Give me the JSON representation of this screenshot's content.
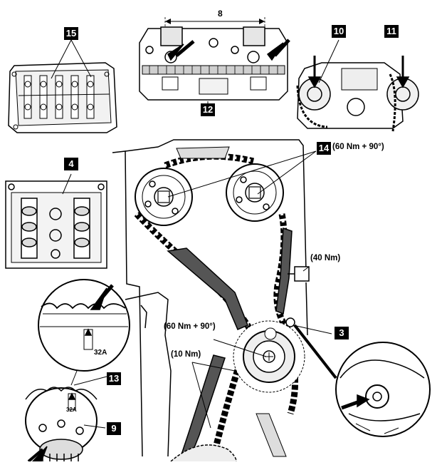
{
  "callouts": {
    "c15": "15",
    "c12": "12",
    "c10": "10",
    "c11": "11",
    "c4": "4",
    "c14": "14",
    "c3": "3",
    "c13": "13",
    "c9": "9"
  },
  "dimension": {
    "label": "8"
  },
  "torque": {
    "camshaft_bolts": "(60 Nm + 90°)",
    "tensioner": "(40 Nm)",
    "crank_sprocket": "(60 Nm + 90°)",
    "guide_bolts": "(10 Nm)"
  },
  "marks": {
    "zoom_mark": "32A",
    "sprocket_mark": "32A"
  }
}
